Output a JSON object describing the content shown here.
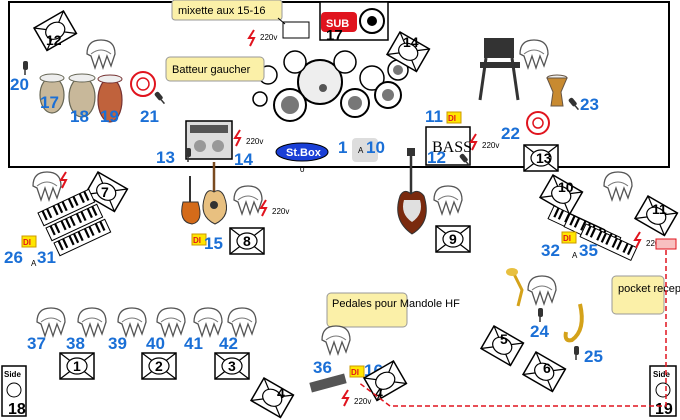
{
  "labels": {
    "mixette": "mixette aux 15-16",
    "batteur": "Batteur gaucher",
    "pedales": "Pedales  pour Mandole HF",
    "pocket": "pocket recepteur",
    "sub": "SUB",
    "stbox": "St.Box",
    "bass": "BASS",
    "di": "DI",
    "v220": "220v",
    "side": "Side",
    "a": "A"
  },
  "numbers": {
    "n20": "20",
    "n17": "17",
    "n18": "18",
    "n19": "19",
    "n21": "21",
    "n13": "13",
    "n14": "14",
    "n1": "1",
    "n10": "10",
    "n11": "11",
    "n12": "12",
    "n22": "22",
    "n23": "23",
    "n26": "26",
    "n31": "31",
    "n15": "15",
    "n32": "32",
    "n35": "35",
    "n37": "37",
    "n38": "38",
    "n39": "39",
    "n40": "40",
    "n41": "41",
    "n42": "42",
    "n36": "36",
    "n16": "16",
    "n24": "24",
    "n25": "25"
  },
  "monitors": {
    "m12": "12",
    "m17": "17",
    "m14": "14",
    "m13": "13",
    "m7": "7",
    "m8": "8",
    "m9": "9",
    "m10": "10",
    "m11": "11",
    "m1": "1",
    "m2": "2",
    "m3": "3",
    "m4a": "4",
    "m4b": "4",
    "m5": "5",
    "m6": "6",
    "m18": "18",
    "m19": "19",
    "m0": "0"
  },
  "colors": {
    "blue": "#1a6fd6",
    "red": "#e0141e",
    "yellow_label": "#fbf0a8",
    "di_yellow": "#ffe600"
  }
}
